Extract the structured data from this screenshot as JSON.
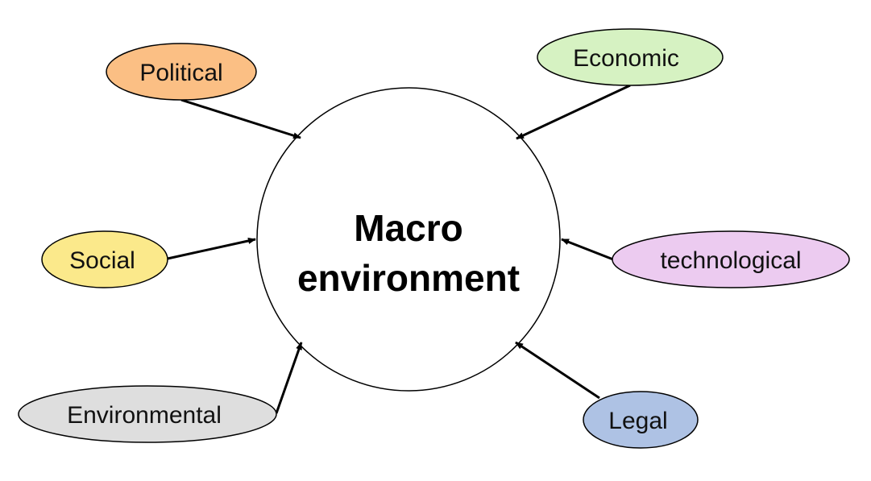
{
  "center": {
    "line1": "Macro",
    "line2": "environment"
  },
  "factors": [
    {
      "id": "political",
      "label": "Political",
      "color": "#fbbf84"
    },
    {
      "id": "economic",
      "label": "Economic",
      "color": "#d6f2c2"
    },
    {
      "id": "social",
      "label": "Social",
      "color": "#fbe98b"
    },
    {
      "id": "technological",
      "label": "technological",
      "color": "#eccbf0"
    },
    {
      "id": "environmental",
      "label": "Environmental",
      "color": "#dedede"
    },
    {
      "id": "legal",
      "label": "Legal",
      "color": "#aec2e4"
    }
  ]
}
